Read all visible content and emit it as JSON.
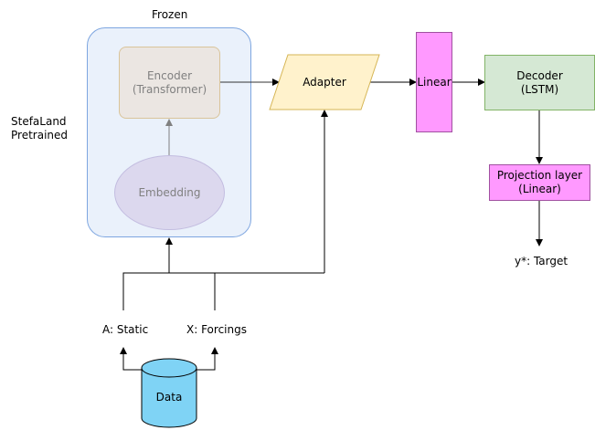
{
  "frozen_label": "Frozen",
  "side_label": {
    "line1": "StefaLand",
    "line2": "Pretrained"
  },
  "encoder": {
    "line1": "Encoder",
    "line2": "(Transformer)"
  },
  "embedding": "Embedding",
  "adapter": "Adapter",
  "linear": "Linear",
  "decoder": {
    "line1": "Decoder",
    "line2": "(LSTM)"
  },
  "projection": {
    "line1": "Projection layer",
    "line2": "(Linear)"
  },
  "target": "y*: Target",
  "static_input": "A: Static",
  "forcings_input": "X: Forcings",
  "data_store": "Data",
  "colors": {
    "frozen_region_fill": "#eaf1fb",
    "frozen_region_border": "#7ea6e0",
    "encoder_fill": "#ebe6e2",
    "encoder_border": "#d9c49a",
    "embedding_fill": "#dcd8ee",
    "embedding_border": "#c3bde0",
    "adapter_fill": "#fff2cc",
    "adapter_border": "#d6b656",
    "linear_fill": "#ff99ff",
    "decoder_fill": "#d5e8d4",
    "decoder_border": "#82b366",
    "projection_fill": "#ff99ff",
    "data_fill": "#7fd3f5",
    "muted_text": "#808080"
  }
}
